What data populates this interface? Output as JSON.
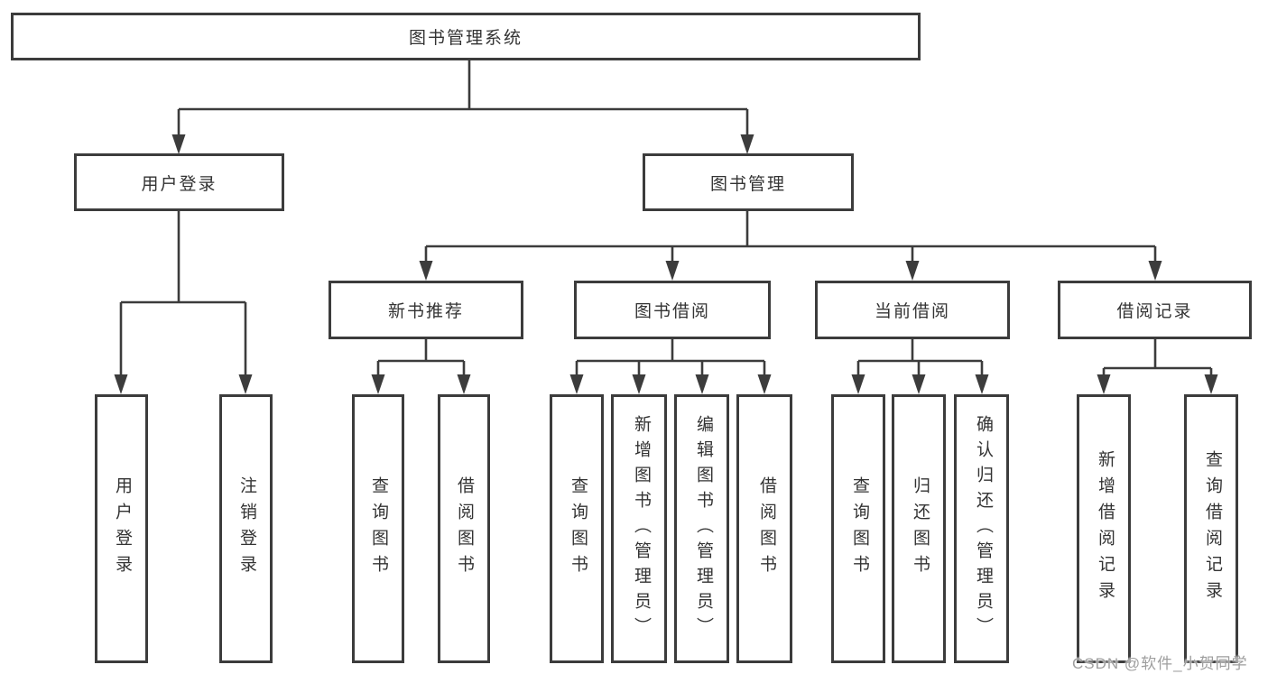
{
  "diagram": {
    "root": {
      "label": "图书管理系统"
    },
    "branches": [
      {
        "label": "用户登录",
        "children": [
          {
            "label": "用户登录"
          },
          {
            "label": "注销登录"
          }
        ]
      },
      {
        "label": "图书管理",
        "children": [
          {
            "label": "新书推荐",
            "children": [
              {
                "label": "查询图书"
              },
              {
                "label": "借阅图书"
              }
            ]
          },
          {
            "label": "图书借阅",
            "children": [
              {
                "label": "查询图书"
              },
              {
                "label": "新增图书（管理员）"
              },
              {
                "label": "编辑图书（管理员）"
              },
              {
                "label": "借阅图书"
              }
            ]
          },
          {
            "label": "当前借阅",
            "children": [
              {
                "label": "查询图书"
              },
              {
                "label": "归还图书"
              },
              {
                "label": "确认归还（管理员）"
              }
            ]
          },
          {
            "label": "借阅记录",
            "children": [
              {
                "label": "新增借阅记录"
              },
              {
                "label": "查询借阅记录"
              }
            ]
          }
        ]
      }
    ]
  },
  "watermark": {
    "text": "CSDN @软件_小贺同学"
  },
  "colors": {
    "line": "#3c3c3c",
    "box_border": "#3c3c3c",
    "text": "#333333",
    "watermark": "#9e9e9e",
    "background": "#ffffff"
  }
}
